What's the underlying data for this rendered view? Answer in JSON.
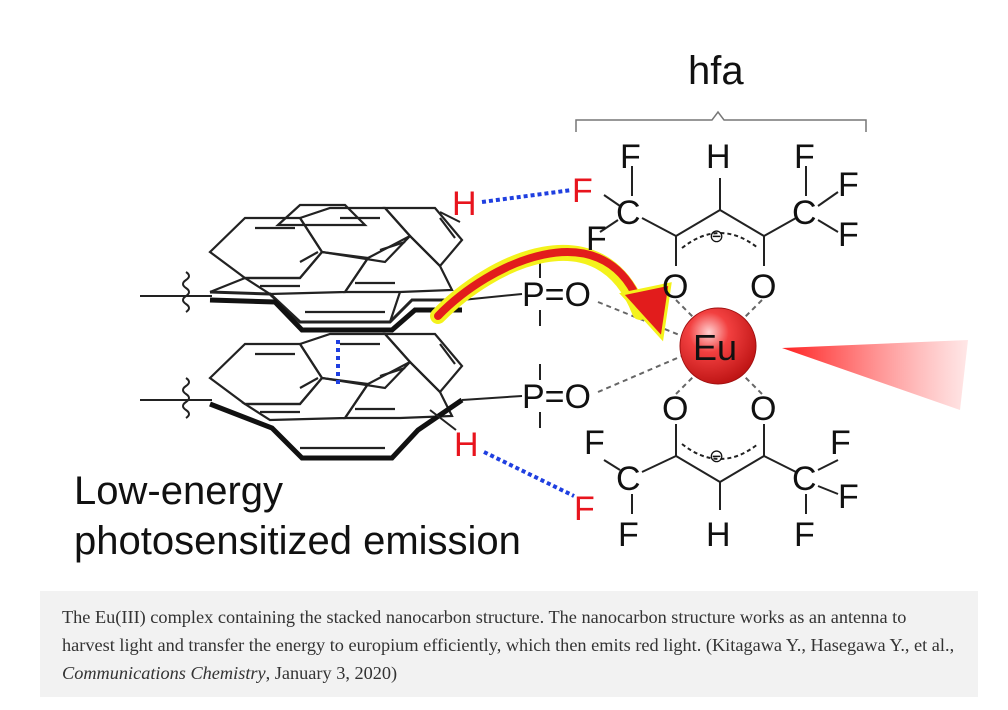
{
  "figure": {
    "hfa_label": "hfa",
    "emission_line1": "Low-energy",
    "emission_line2": "photosensitized emission",
    "metal": "Eu",
    "charge": "⊖",
    "atoms": {
      "H": "H",
      "F": "F",
      "C": "C",
      "O": "O",
      "P": "P",
      "eq": "=",
      "P_eq_O": "P=O"
    },
    "colors": {
      "hbond_h": "#e8141d",
      "hbond_f": "#e8141d",
      "hbond_line": "#1f3fe0",
      "pi_stack": "#1f3fe0",
      "arrow": "#e21c1c",
      "arrow_glow": "#f4f21c",
      "eu_sphere": "#e82a2a"
    }
  },
  "caption": {
    "text_part1": "The Eu(III) complex containing the stacked nanocarbon structure. The nanocarbon structure works as an antenna to harvest light and transfer the energy to europium efficiently, which then emits red light. (Kitagawa Y., Hasegawa Y., et al., ",
    "journal": "Communications Chemistry",
    "text_part2": ", January 3, 2020)"
  }
}
